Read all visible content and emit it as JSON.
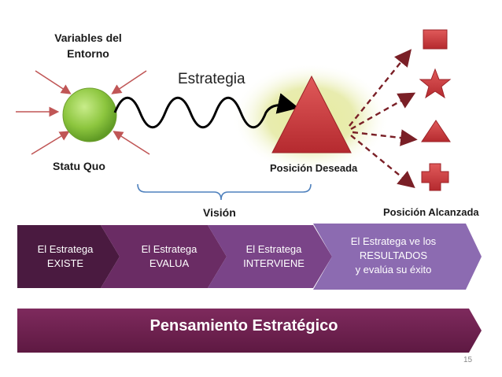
{
  "labels": {
    "environment": "Variables del\nEntorno",
    "strategy": "Estrategia",
    "status_quo": "Statu Quo",
    "desired_position": "Posición Deseada",
    "vision": "Visión",
    "reached_position": "Posición Alcanzada",
    "page_number": "15"
  },
  "steps": [
    {
      "label": "El Estratega\nEXISTE"
    },
    {
      "label": "El Estratega\nEVALUA"
    },
    {
      "label": "El Estratega\nINTERVIENE"
    },
    {
      "label": "El Estratega ve los\nRESULTADOS\ny evalúa su éxito"
    }
  ],
  "banner": {
    "label": "Pensamiento Estratégico"
  },
  "colors": {
    "green": "#8dc63f",
    "red": "#c8343a",
    "purple_dark": "#4a1a40",
    "purple_mid": "#6a2c64",
    "purple_light": "#8c6bb1",
    "banner": "#6e1f4f",
    "arrow_red": "#b84a4a",
    "arrow_dark": "#7a1f26",
    "bracket": "#4f81bd"
  }
}
